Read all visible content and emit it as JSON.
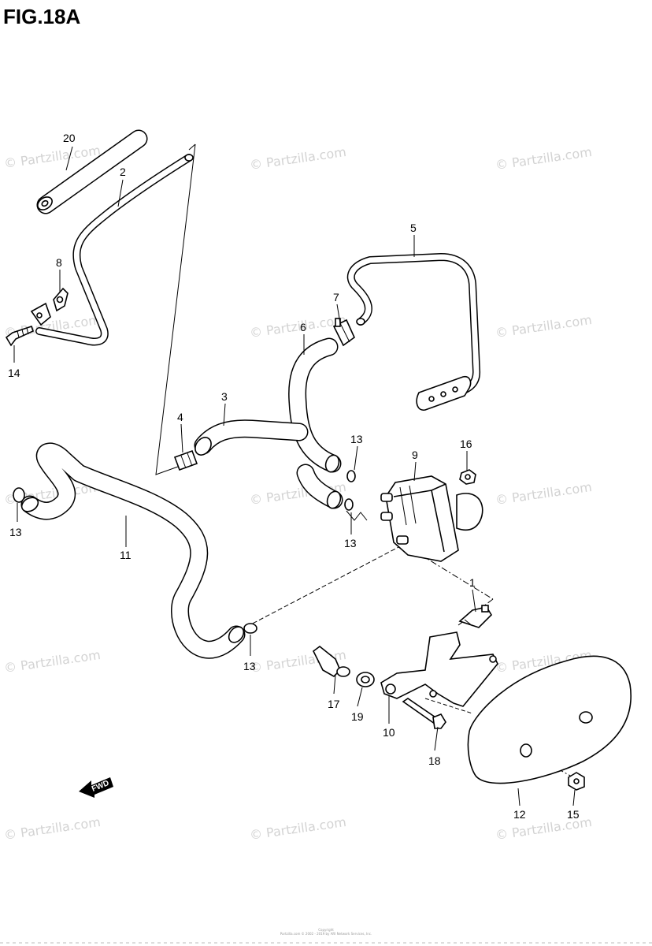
{
  "figure": {
    "title": "FIG.18A"
  },
  "watermark": {
    "text": "© Partzilla.com"
  },
  "callouts": [
    "20",
    "2",
    "8",
    "14",
    "5",
    "7",
    "6",
    "3",
    "4",
    "13",
    "9",
    "16",
    "11",
    "1",
    "17",
    "19",
    "10",
    "18",
    "12",
    "15"
  ],
  "fwd_label": "FWD",
  "footer": {
    "line1": "Copyright",
    "line2": "Partzilla.com © 2002 - 2019 by ARI Network Services, Inc."
  }
}
